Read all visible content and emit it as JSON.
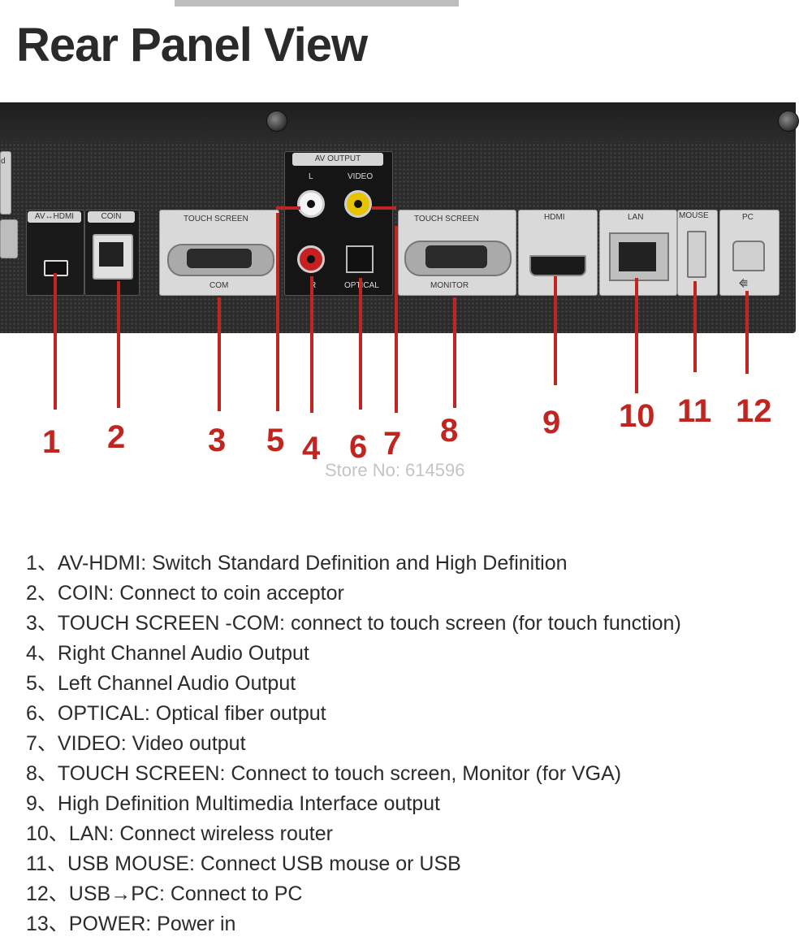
{
  "title": "Rear Panel View",
  "store_watermark": "Store No: 614596",
  "panel_labels": {
    "av_hdmi": "AV↔HDMI",
    "coin": "COIN",
    "touch_screen_com_top": "TOUCH SCREEN",
    "touch_screen_com_bottom": "COM",
    "av_output": "AV OUTPUT",
    "av_l": "L",
    "av_video": "VIDEO",
    "av_r": "R",
    "av_optical": "OPTICAL",
    "touch_screen_mon_top": "TOUCH SCREEN",
    "touch_screen_mon_bottom": "MONITOR",
    "hdmi": "HDMI",
    "lan": "LAN",
    "mouse": "MOUSE",
    "pc": "PC",
    "edge_d": "d"
  },
  "callout_numbers": [
    "1",
    "2",
    "3",
    "5",
    "4",
    "6",
    "7",
    "8",
    "9",
    "10",
    "11",
    "12"
  ],
  "legend": [
    "1、AV-HDMI:  Switch Standard Definition and High Definition",
    "2、COIN:  Connect to coin acceptor",
    "3、TOUCH SCREEN -COM: connect to touch screen (for touch function)",
    "4、Right Channel Audio Output",
    "5、Left Channel Audio Output",
    "6、OPTICAL:  Optical fiber output",
    "7、VIDEO: Video output",
    "8、TOUCH SCREEN: Connect to touch screen, Monitor (for VGA)",
    "9、High Definition Multimedia Interface output",
    "10、LAN: Connect wireless router",
    "11、USB MOUSE: Connect USB mouse or USB",
    "12、USB→PC: Connect to PC",
    "13、POWER: Power in"
  ],
  "colors": {
    "callout_red": "#c0261f",
    "panel": "#2b2b2b",
    "title": "#2a2a2a"
  }
}
